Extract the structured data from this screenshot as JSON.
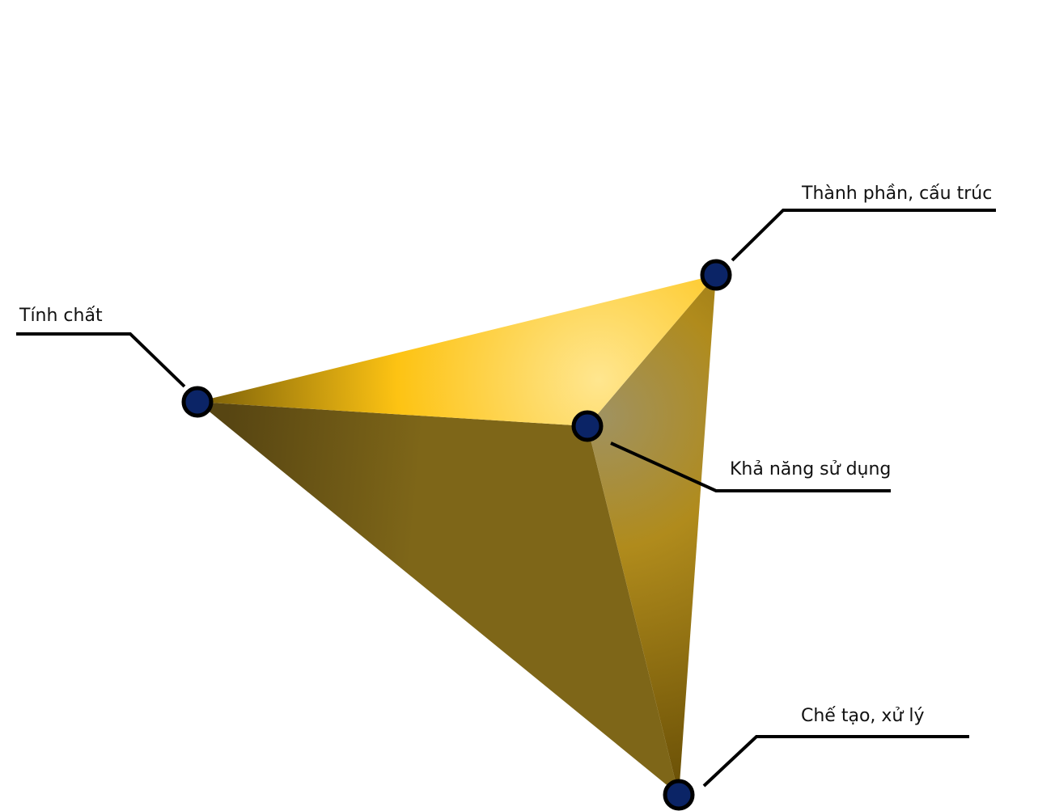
{
  "labels": {
    "composition": "Thành phần, cấu trúc",
    "properties": "Tính chất",
    "performance": "Khả năng sử dụng",
    "processing": "Chế tạo, xử lý"
  },
  "colors": {
    "node_fill": "#0b2466",
    "node_stroke": "#000000",
    "leader_line": "#000000",
    "face_top_light": "#ffe68f",
    "face_top_mid": "#fdc313",
    "face_top_dark": "#6d5508",
    "face_front_mid": "#7e6618",
    "face_front_dark": "#574512",
    "face_right_light": "#a09260",
    "face_right_mid": "#b08b1c",
    "face_right_dark": "#6a5006"
  }
}
